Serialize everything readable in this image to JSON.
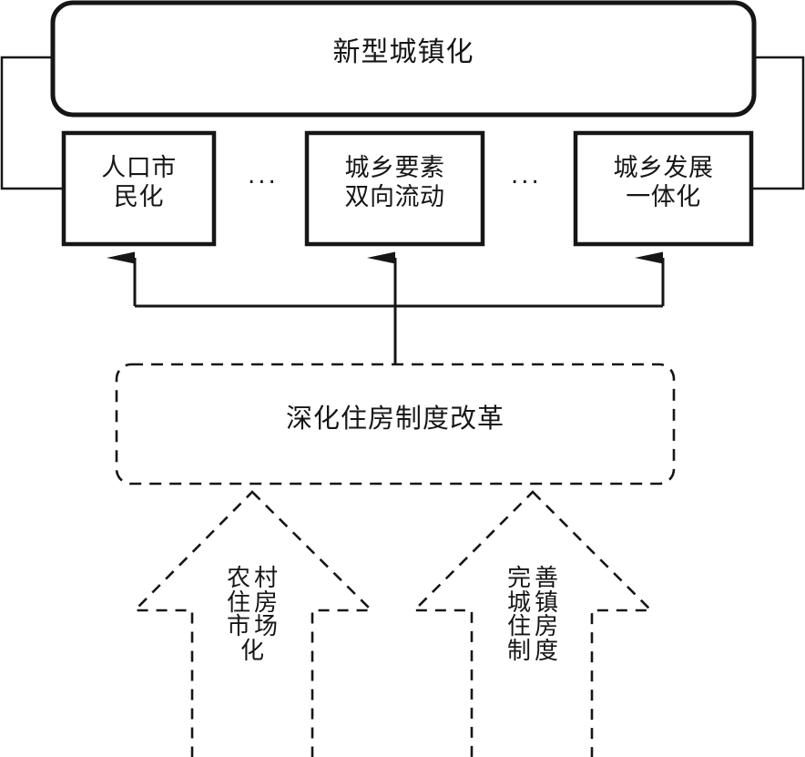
{
  "diagram": {
    "title": "新型城镇化",
    "top_box": {
      "label": "新型城镇化",
      "shape": "rounded-rectangle",
      "border_color": "#161616"
    },
    "middle_boxes": [
      {
        "id": "box1",
        "label": "人口市\n民化",
        "shape": "rectangle"
      },
      {
        "id": "box2",
        "label": "城乡要素\n双向流动",
        "shape": "rectangle"
      },
      {
        "id": "box3",
        "label": "城乡发展\n一体化",
        "shape": "rectangle"
      }
    ],
    "ellipses": [
      "...",
      "..."
    ],
    "reform_box": {
      "label": "深化住房制度改革",
      "shape": "rounded-rectangle-dashed"
    },
    "bottom_arrows": [
      {
        "id": "arrow-left",
        "label": "农村住房市场化",
        "shape": "up-arrow-dashed",
        "vertical_rows": [
          [
            "农",
            "村"
          ],
          [
            "住",
            "房"
          ],
          [
            "市",
            "场"
          ],
          [
            "化"
          ]
        ]
      },
      {
        "id": "arrow-right",
        "label": "完善城镇住房制度",
        "shape": "up-arrow-dashed",
        "vertical_rows": [
          [
            "完",
            "善"
          ],
          [
            "城",
            "镇"
          ],
          [
            "住",
            "房"
          ],
          [
            "制",
            "度"
          ]
        ]
      }
    ],
    "colors": {
      "stroke": "#161616",
      "background": "#ffffff"
    }
  }
}
